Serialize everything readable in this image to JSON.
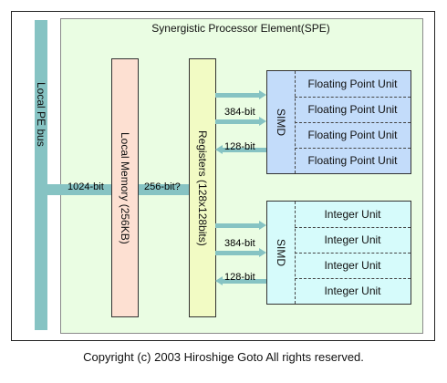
{
  "title": "Synergistic Processor Element(SPE)",
  "bus": {
    "pe_bus_label": "Local PE bus",
    "bus1_label": "1024-bit",
    "bus2_label": "256-bit?"
  },
  "local_memory": {
    "label": "Local Memory (256KB)"
  },
  "registers": {
    "label": "Registers (128x128bits)"
  },
  "fpu_group": {
    "simd_label": "SIMD",
    "units": [
      "Floating Point Unit",
      "Floating Point Unit",
      "Floating Point Unit",
      "Floating Point Unit"
    ],
    "in_label": "384-bit",
    "out_label": "128-bit"
  },
  "int_group": {
    "simd_label": "SIMD",
    "units": [
      "Integer Unit",
      "Integer Unit",
      "Integer Unit",
      "Integer Unit"
    ],
    "in_label": "384-bit",
    "out_label": "128-bit"
  },
  "copyright": "Copyright (c) 2003 Hiroshige Goto All rights reserved.",
  "colors": {
    "spe_background": "#eafde3",
    "bus": "#86c3c3",
    "local_memory": "#fde0d2",
    "registers": "#f2fbc4",
    "fpu": "#c3dcfa",
    "integer": "#d6fbfb"
  }
}
